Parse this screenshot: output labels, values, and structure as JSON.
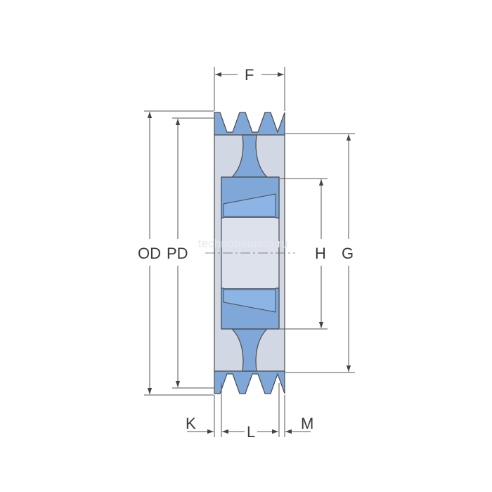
{
  "drawing": {
    "labels": {
      "F": "F",
      "OD": "OD",
      "PD": "PD",
      "H": "H",
      "G": "G",
      "K": "K",
      "L": "L",
      "M": "M"
    },
    "watermark": "technobearing.ru",
    "colors": {
      "groove_blue": "#7FA8D8",
      "bore_blue": "#8CB4E4",
      "body_grey": "#D2D7E4",
      "hub_grey": "#DDE1EC",
      "outline": "#4a4a4a",
      "dimension_line": "#555555"
    }
  }
}
